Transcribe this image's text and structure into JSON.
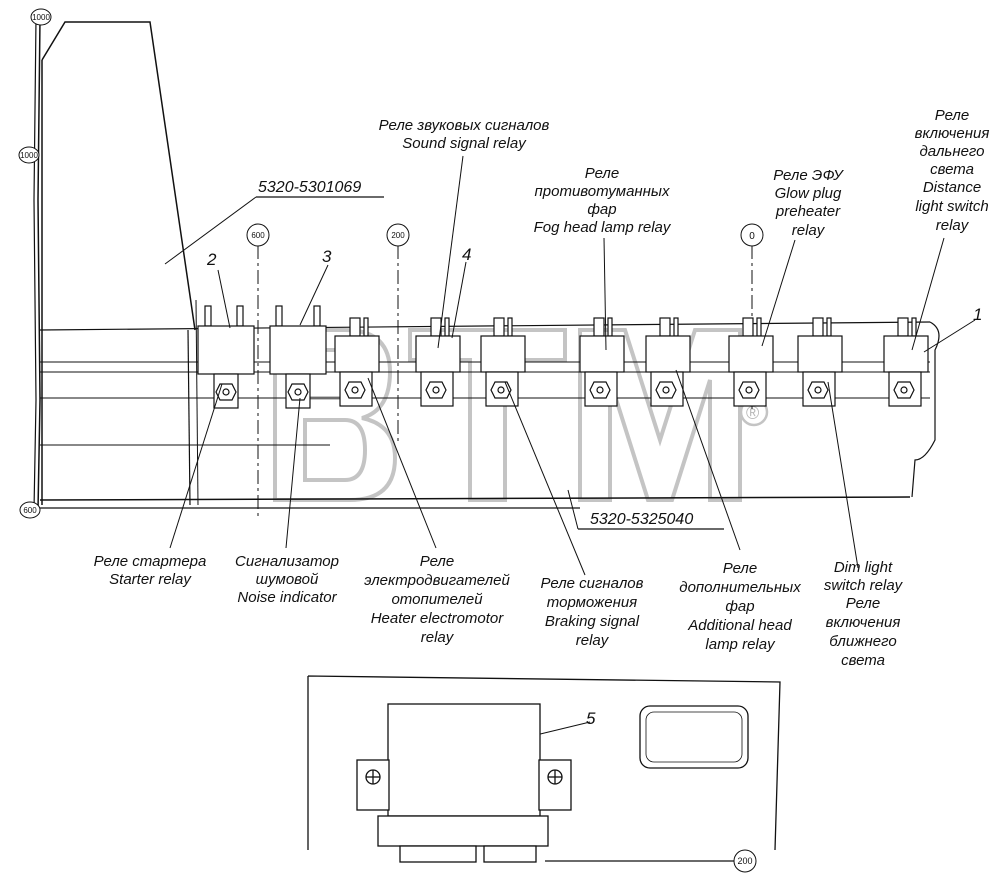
{
  "part_numbers": {
    "upper": "5320-5301069",
    "lower": "5320-5325040"
  },
  "dimension_markers": [
    "1000",
    "1000",
    "600",
    "200",
    "0",
    "600",
    "200"
  ],
  "item_numbers": [
    "1",
    "2",
    "3",
    "4",
    "5"
  ],
  "callouts": {
    "sound_signal_relay": [
      "Реле звуковых сигналов",
      "Sound signal relay"
    ],
    "fog_head_lamp_relay": [
      "Реле",
      "противотуманных",
      "фар",
      "Fog head lamp relay"
    ],
    "glow_plug_relay": [
      "Реле ЭФУ",
      "Glow plug",
      "preheater",
      "relay"
    ],
    "distance_light_relay": [
      "Реле",
      "включения",
      "дальнего",
      "света",
      "Distance",
      "light switch",
      "relay"
    ],
    "starter_relay": [
      "Реле стартера",
      "Starter relay"
    ],
    "noise_indicator": [
      "Сигнализатор",
      "шумовой",
      "Noise indicator"
    ],
    "heater_electromotor_relay": [
      "Реле",
      "электродвигателей",
      "отопителей",
      "Heater electromotor",
      "relay"
    ],
    "braking_signal_relay": [
      "Реле сигналов",
      "торможения",
      "Braking signal",
      "relay"
    ],
    "additional_head_lamp_relay": [
      "Реле",
      "дополнительных",
      "фар",
      "Additional head",
      "lamp relay"
    ],
    "dim_light_relay": [
      "Dim light",
      "switch relay",
      "Реле",
      "включения",
      "ближнего",
      "света"
    ]
  },
  "watermark": "ВТМ",
  "watermark_mark": "®",
  "colors": {
    "line": "#111111",
    "watermark": "#c8c8c8",
    "background": "#ffffff"
  }
}
